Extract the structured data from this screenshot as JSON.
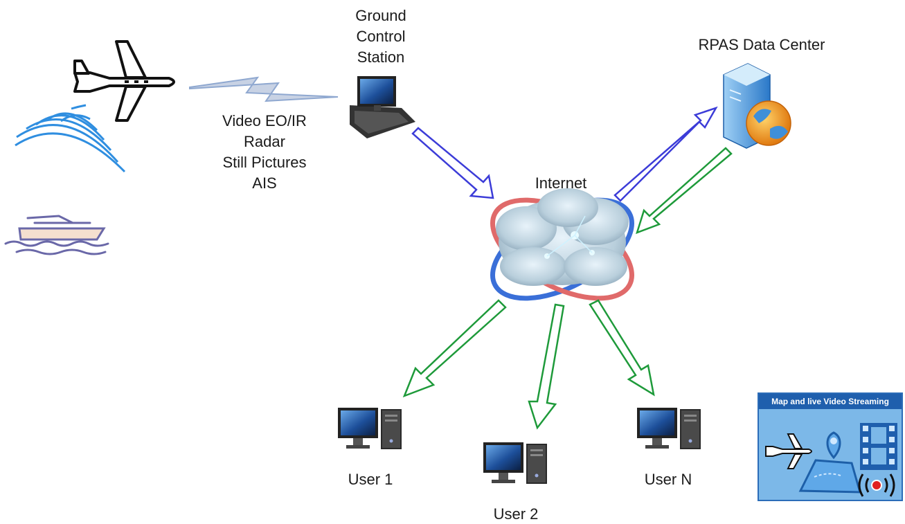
{
  "nodes": {
    "ground_control_station": {
      "lines": [
        "Ground",
        "Control",
        "Station"
      ]
    },
    "rpas_data_center": {
      "label": "RPAS Data Center"
    },
    "internet": {
      "label": "Internet"
    },
    "users": [
      {
        "label": "User 1"
      },
      {
        "label": "User 2"
      },
      {
        "label": "User N"
      }
    ]
  },
  "payload_link": {
    "lines": [
      "Video EO/IR",
      "Radar",
      "Still Pictures",
      "AIS"
    ]
  },
  "stream_panel": {
    "title": "Map and live Video Streaming"
  },
  "colors": {
    "uplink_arrow": "#3c3cd8",
    "downlink_arrow": "#1e9a3a",
    "radio_link": "#8fa8d0",
    "signal_waves": "#2f8ee0",
    "ship": "#6a68a8",
    "panel_bg": "#7cb8e8",
    "panel_header": "#1f5fad"
  },
  "icons": [
    "airplane-icon",
    "signal-waves-icon",
    "ship-icon",
    "lightning-link-icon",
    "computer-icon",
    "server-globe-icon",
    "cloud-network-icon",
    "map-pin-icon",
    "film-strip-icon",
    "broadcast-icon"
  ]
}
